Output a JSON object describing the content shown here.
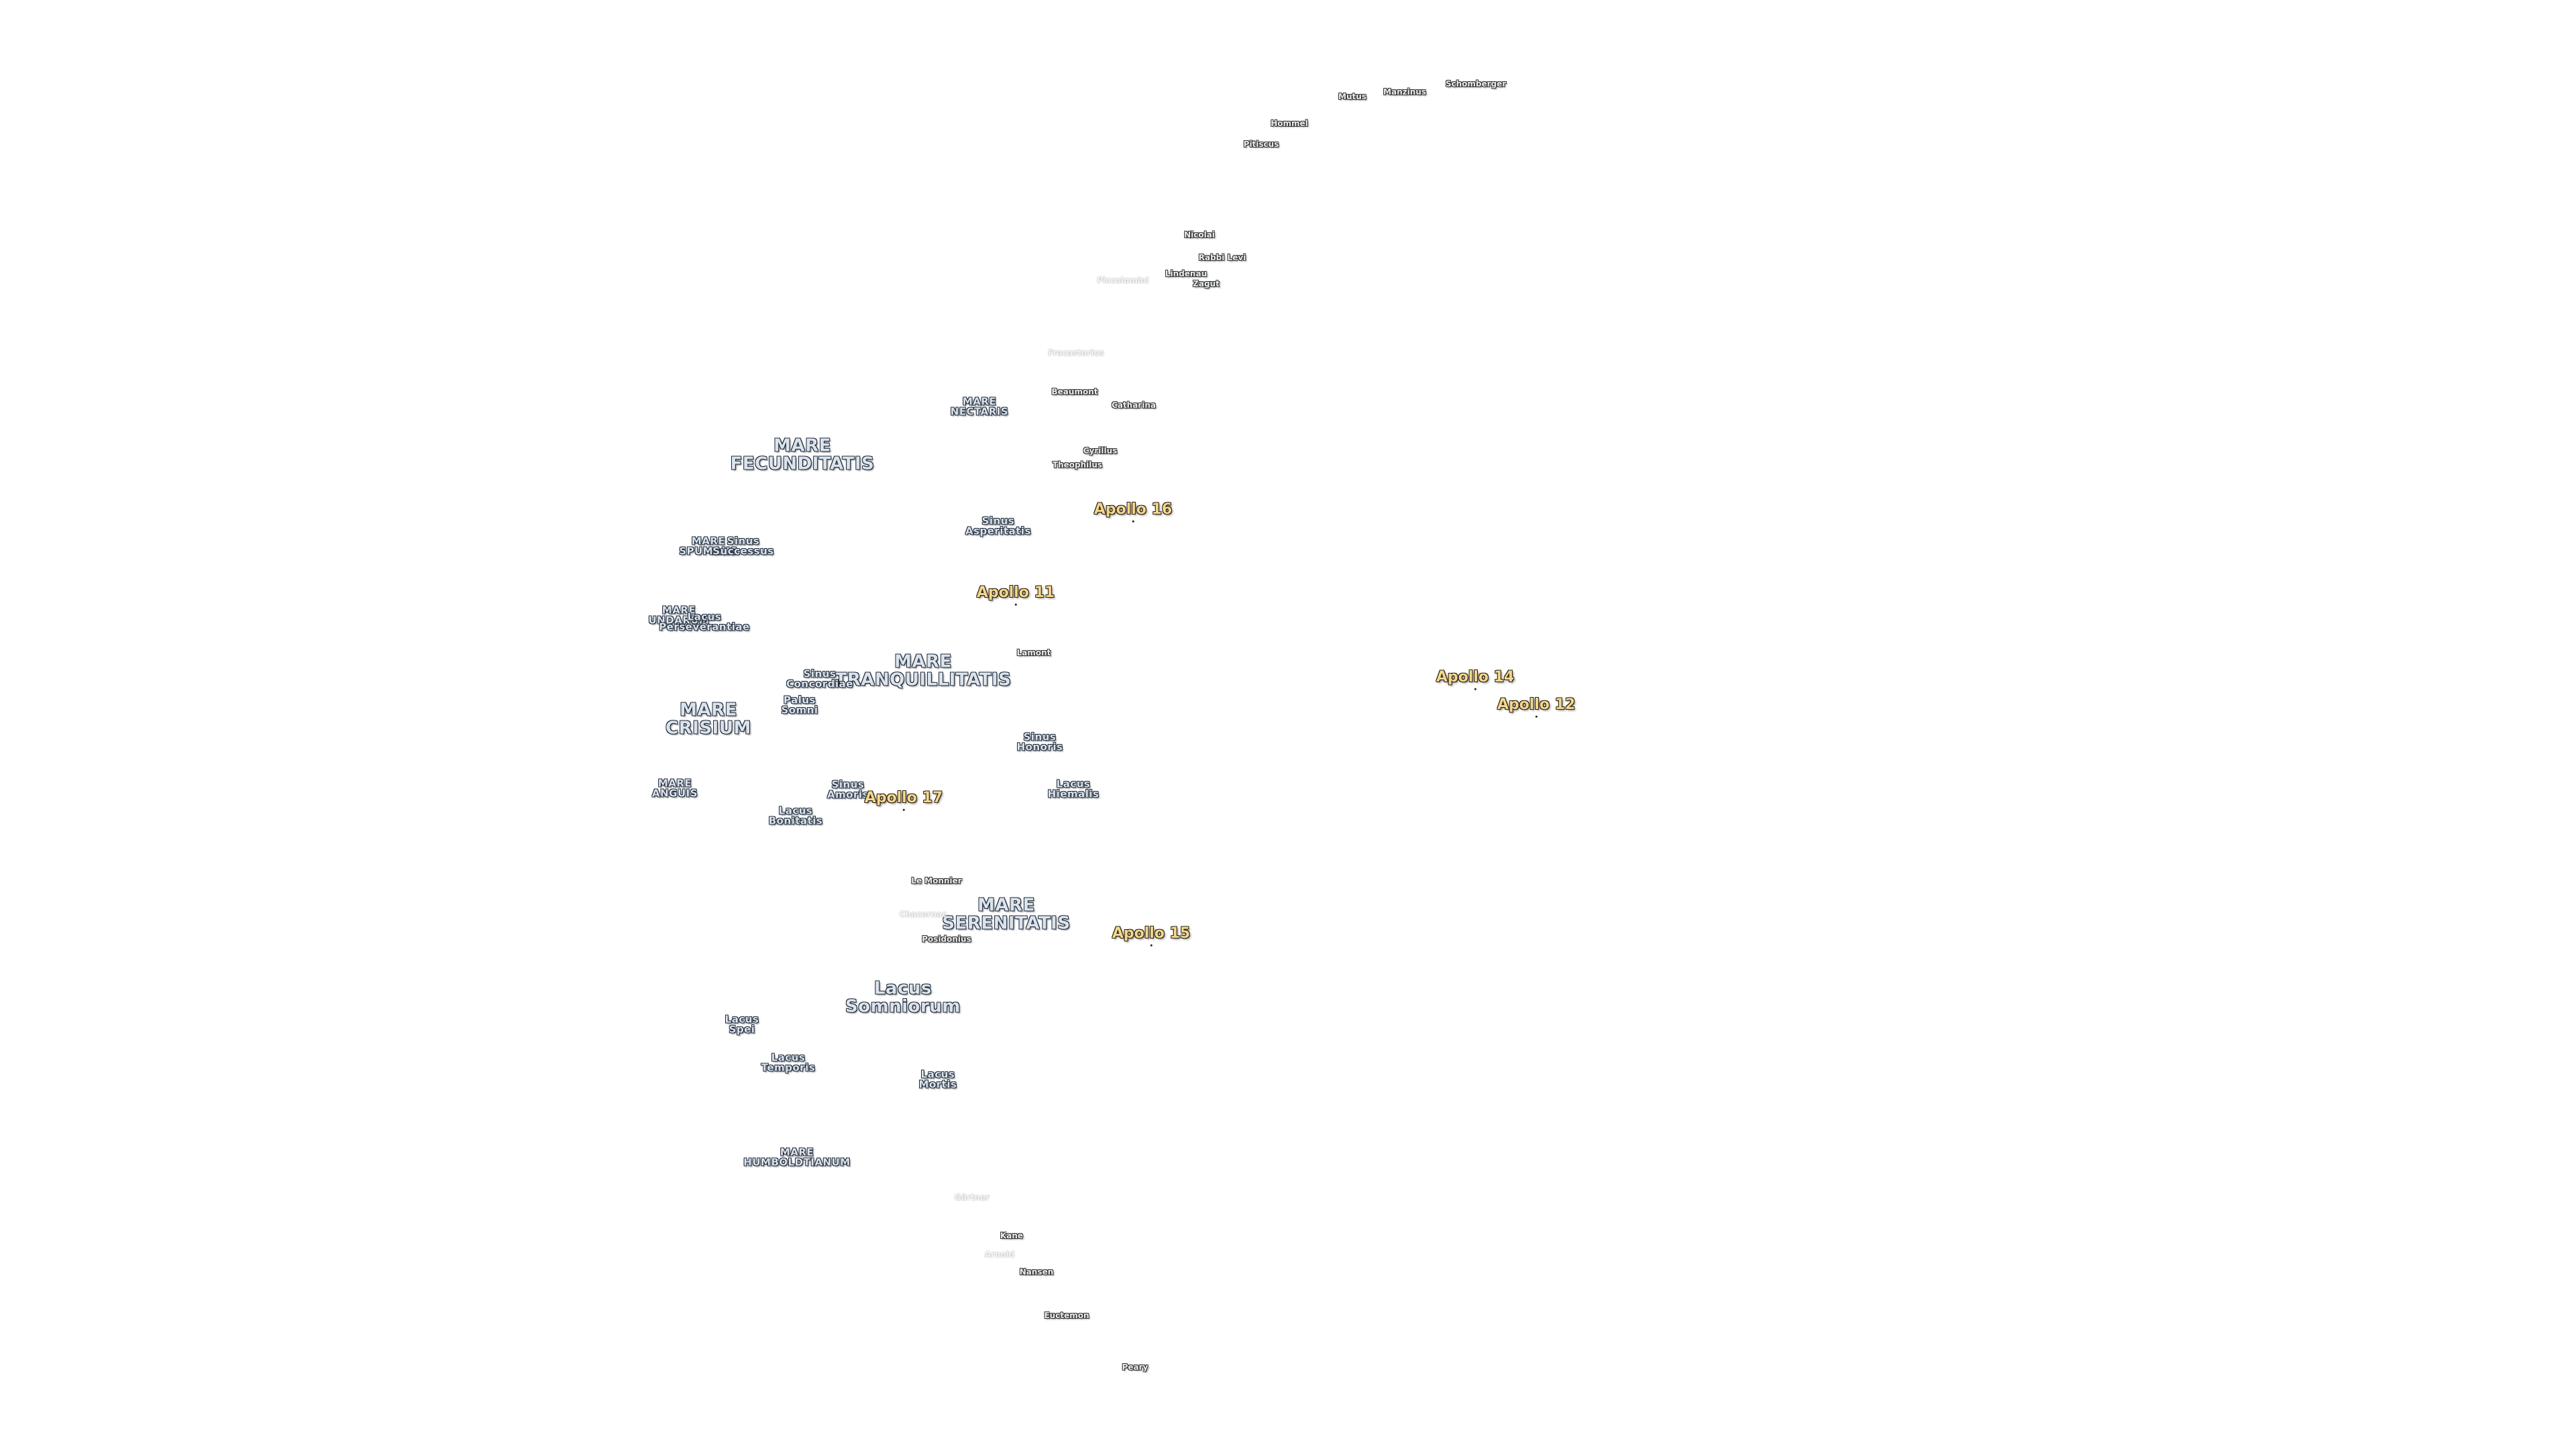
{
  "map": {
    "maria": [
      {
        "id": "mare-fecunditatis",
        "lines": [
          "MARE",
          "FECUNDITATIS"
        ],
        "size": "l"
      },
      {
        "id": "mare-nectaris",
        "lines": [
          "MARE",
          "NECTARIS"
        ],
        "size": "s"
      },
      {
        "id": "mare-spumans",
        "lines": [
          "MARE",
          "SPUMANS"
        ],
        "size": "s"
      },
      {
        "id": "sinus-successus",
        "lines": [
          "Sinus",
          "Successus"
        ],
        "size": "s"
      },
      {
        "id": "mare-undarum",
        "lines": [
          "MARE",
          "UNDARUM"
        ],
        "size": "s"
      },
      {
        "id": "lacus-perseverantiae",
        "lines": [
          "Lacus",
          "Perseverantiae"
        ],
        "size": "s"
      },
      {
        "id": "sinus-asperitatis",
        "lines": [
          "Sinus",
          "Asperitatis"
        ],
        "size": "s"
      },
      {
        "id": "mare-tranquillitatis",
        "lines": [
          "MARE",
          "TRANQUILLITATIS"
        ],
        "size": "l"
      },
      {
        "id": "sinus-concordiae",
        "lines": [
          "Sinus",
          "Concordiae"
        ],
        "size": "s"
      },
      {
        "id": "palus-somni",
        "lines": [
          "Palus",
          "Somni"
        ],
        "size": "s"
      },
      {
        "id": "mare-crisium",
        "lines": [
          "MARE",
          "CRISIUM"
        ],
        "size": "l"
      },
      {
        "id": "sinus-honoris",
        "lines": [
          "Sinus",
          "Honoris"
        ],
        "size": "s"
      },
      {
        "id": "lacus-hiemalis",
        "lines": [
          "Lacus",
          "Hiemalis"
        ],
        "size": "s"
      },
      {
        "id": "mare-anguis",
        "lines": [
          "MARE",
          "ANGUIS"
        ],
        "size": "s"
      },
      {
        "id": "sinus-amoris",
        "lines": [
          "Sinus",
          "Amoris"
        ],
        "size": "s"
      },
      {
        "id": "lacus-bonitatis",
        "lines": [
          "Lacus",
          "Bonitatis"
        ],
        "size": "s"
      },
      {
        "id": "mare-serenitatis",
        "lines": [
          "MARE",
          "SERENITATIS"
        ],
        "size": "l"
      },
      {
        "id": "lacus-somniorum",
        "lines": [
          "Lacus",
          "Somniorum"
        ],
        "size": "l"
      },
      {
        "id": "lacus-spei",
        "lines": [
          "Lacus",
          "Spei"
        ],
        "size": "s"
      },
      {
        "id": "lacus-temporis",
        "lines": [
          "Lacus",
          "Temporis"
        ],
        "size": "s"
      },
      {
        "id": "lacus-mortis",
        "lines": [
          "Lacus",
          "Mortis"
        ],
        "size": "s"
      },
      {
        "id": "mare-humboldtianum",
        "lines": [
          "MARE",
          "HUMBOLDTIANUM"
        ],
        "size": "s"
      }
    ],
    "craters": [
      {
        "id": "schomberger",
        "name": "Schomberger",
        "tone": "normal"
      },
      {
        "id": "manzinus",
        "name": "Manzinus",
        "tone": "normal"
      },
      {
        "id": "mutus",
        "name": "Mutus",
        "tone": "normal"
      },
      {
        "id": "hommel",
        "name": "Hommel",
        "tone": "normal"
      },
      {
        "id": "pitiscus",
        "name": "Pitiscus",
        "tone": "normal"
      },
      {
        "id": "nicolai",
        "name": "Nicolai",
        "tone": "normal"
      },
      {
        "id": "rabbi-levi",
        "name": "Rabbi Levi",
        "tone": "normal"
      },
      {
        "id": "lindenau",
        "name": "Lindenau",
        "tone": "normal"
      },
      {
        "id": "zagut",
        "name": "Zagut",
        "tone": "normal"
      },
      {
        "id": "piccolomini",
        "name": "Piccolomini",
        "tone": "faint"
      },
      {
        "id": "fracastorius",
        "name": "Fracastorius",
        "tone": "faint"
      },
      {
        "id": "beaumont",
        "name": "Beaumont",
        "tone": "normal"
      },
      {
        "id": "catharina",
        "name": "Catharina",
        "tone": "normal"
      },
      {
        "id": "cyrillus",
        "name": "Cyrillus",
        "tone": "normal"
      },
      {
        "id": "theophilus",
        "name": "Theophilus",
        "tone": "normal"
      },
      {
        "id": "lamont",
        "name": "Lamont",
        "tone": "normal"
      },
      {
        "id": "le-monnier",
        "name": "Le Monnier",
        "tone": "normal"
      },
      {
        "id": "chacornac",
        "name": "Chacornac",
        "tone": "faint"
      },
      {
        "id": "posidonius",
        "name": "Posidonius",
        "tone": "normal"
      },
      {
        "id": "gartner",
        "name": "Gärtner",
        "tone": "faint"
      },
      {
        "id": "kane",
        "name": "Kane",
        "tone": "normal"
      },
      {
        "id": "arnold",
        "name": "Arnold",
        "tone": "faint"
      },
      {
        "id": "nansen",
        "name": "Nansen",
        "tone": "normal"
      },
      {
        "id": "euctemon",
        "name": "Euctemon",
        "tone": "normal"
      },
      {
        "id": "peary",
        "name": "Peary",
        "tone": "normal"
      }
    ],
    "apollo_sites": [
      {
        "id": "apollo-16",
        "name": "Apollo 16"
      },
      {
        "id": "apollo-11",
        "name": "Apollo 11"
      },
      {
        "id": "apollo-14",
        "name": "Apollo 14"
      },
      {
        "id": "apollo-12",
        "name": "Apollo 12"
      },
      {
        "id": "apollo-17",
        "name": "Apollo 17"
      },
      {
        "id": "apollo-15",
        "name": "Apollo 15"
      }
    ],
    "colors": {
      "mare_text": "#dbe3ec",
      "crater_text": "#e9ecef",
      "apollo_text": "#f3d78e",
      "outline": "#1e2a3a",
      "background": "#ffffff"
    }
  }
}
